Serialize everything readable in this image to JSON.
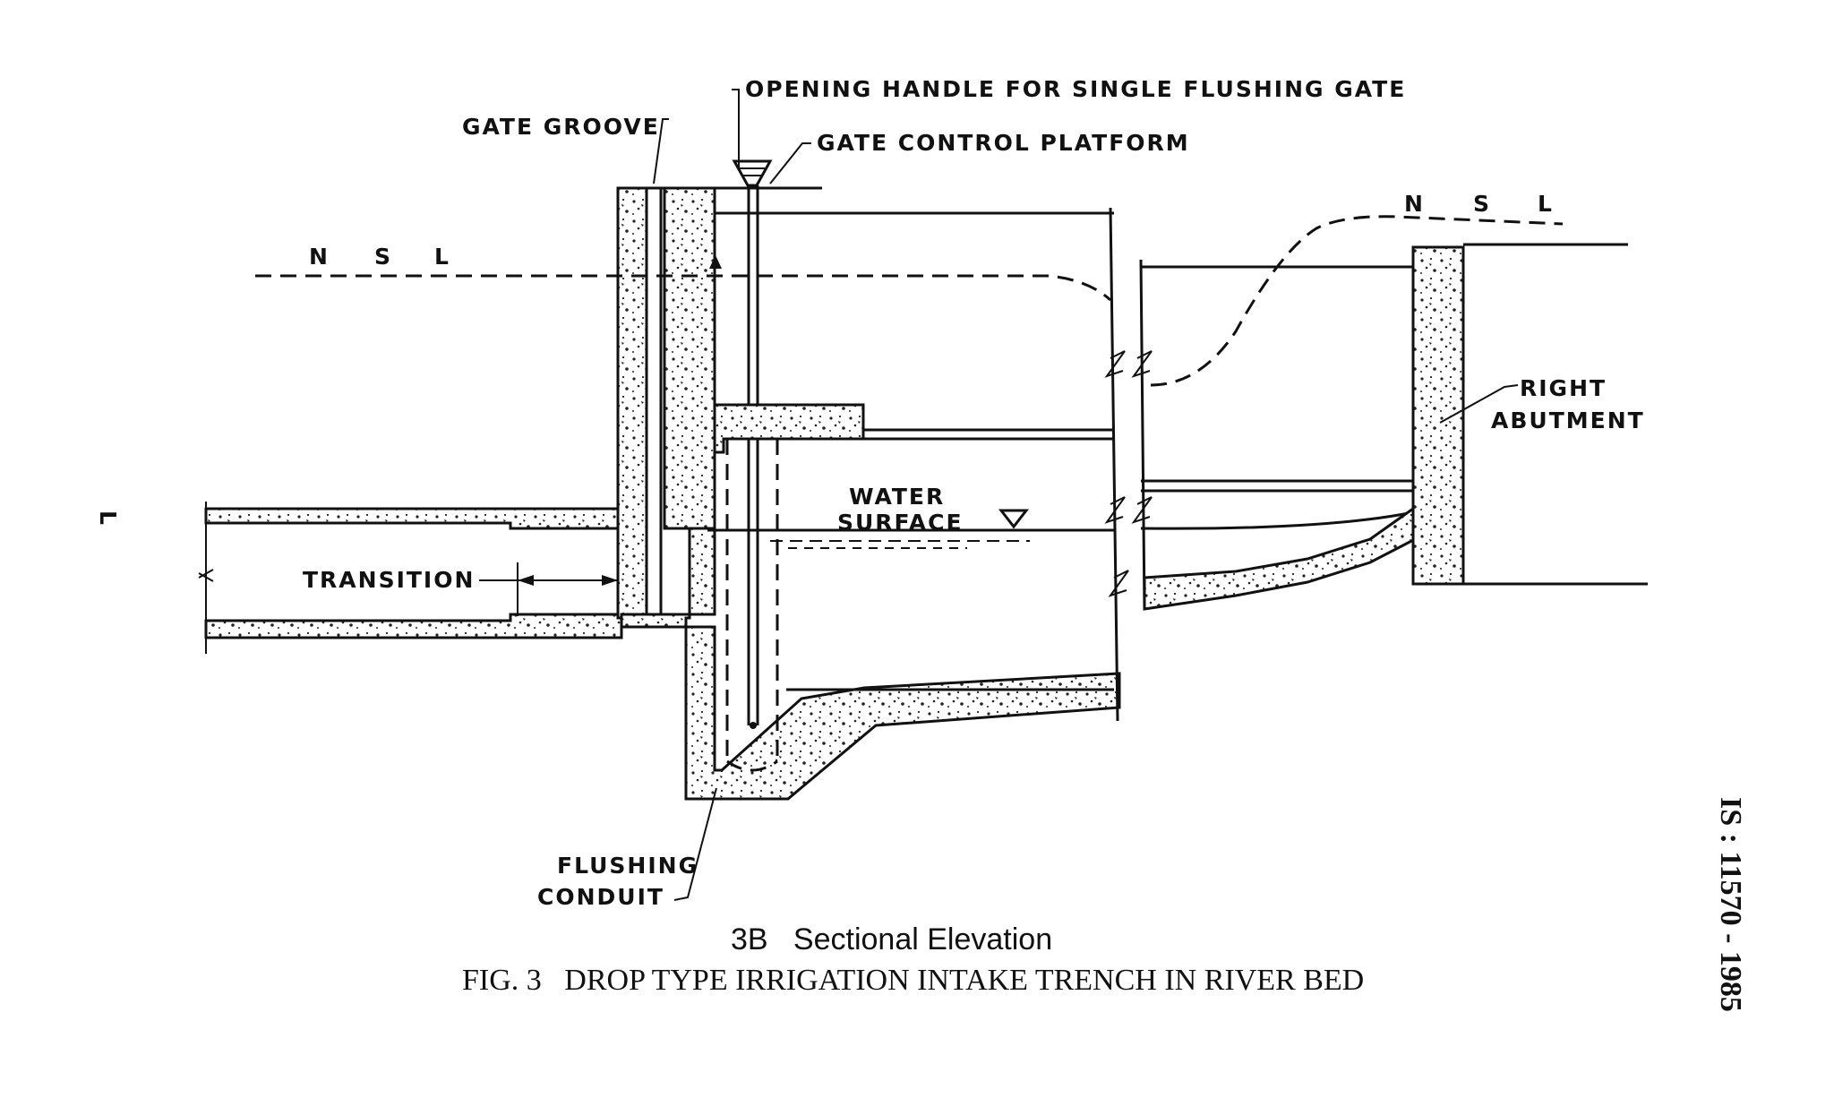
{
  "labels": {
    "opening_handle": "OPENING HANDLE FOR SINGLE FLUSHING GATE",
    "gate_groove": "GATE GROOVE",
    "gate_control_platform": "GATE CONTROL PLATFORM",
    "nsl_left": [
      "N",
      "S",
      "L"
    ],
    "nsl_right": [
      "N",
      "S",
      "L"
    ],
    "right_abutment_line1": "RIGHT",
    "right_abutment_line2": "ABUTMENT",
    "water_surface_line1": "WATER",
    "water_surface_line2": "SURFACE",
    "transition": "TRANSITION",
    "flushing_conduit_line1": "FLUSHING",
    "flushing_conduit_line2": "CONDUIT",
    "margin_mark": "L"
  },
  "caption": {
    "subtitle": "3B   Sectional Elevation",
    "figure": "FIG. 3   DROP TYPE IRRIGATION INTAKE TRENCH IN RIVER BED"
  },
  "standard_id": "IS : 11570 - 1985"
}
